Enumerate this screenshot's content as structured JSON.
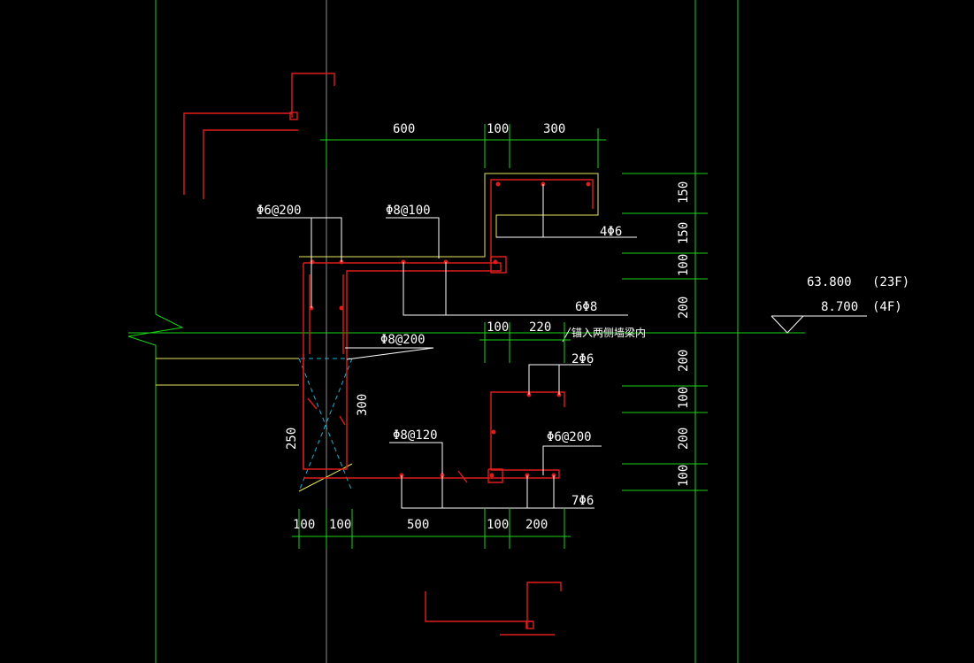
{
  "colors": {
    "background": "#000000",
    "grid_line": "#19d219",
    "outline": "#e6e65a",
    "rebar": "#e01c1c",
    "leader": "#ffffff",
    "hidden_line": "#19b3d6"
  },
  "dimensions": {
    "top": [
      "600",
      "100",
      "300"
    ],
    "middle": [
      "100",
      "220"
    ],
    "bottom": [
      "100",
      "100",
      "500",
      "100",
      "200"
    ],
    "right": [
      "150",
      "150",
      "100",
      "200",
      "200",
      "100",
      "200",
      "100"
    ],
    "left_vertical": [
      "250",
      "300"
    ]
  },
  "rebar_labels": {
    "stirrup_left": "Φ6@200",
    "top_bars": "Φ8@100",
    "upper_corner": "4Φ6",
    "middle_bars": "6Φ8",
    "anchor_note": "锚入两侧墙梁内",
    "middle_stirrup": "Φ8@200",
    "lower_corner": "2Φ6",
    "bottom_bars": "Φ8@120",
    "bottom_stirrup": "Φ6@200",
    "bottom_count": "7Φ6"
  },
  "elevations": [
    {
      "value": "63.800",
      "floor": "(23F)"
    },
    {
      "value": "8.700",
      "floor": "(4F)"
    }
  ]
}
